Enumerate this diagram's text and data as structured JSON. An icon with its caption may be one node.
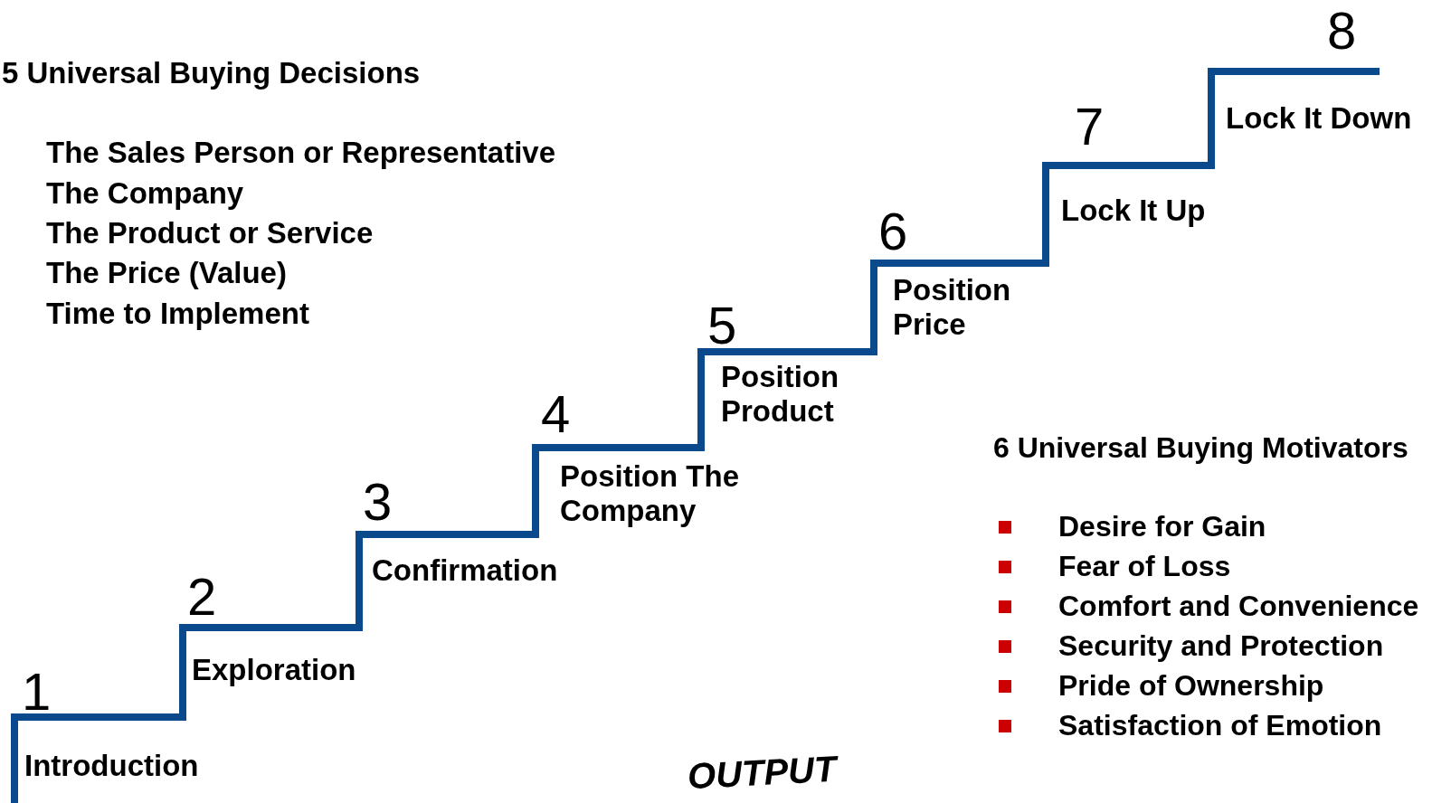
{
  "diagram": {
    "nodes": [
      {
        "text": [
          "Introduction"
        ],
        "beside": [
          "1"
        ]
      },
      {
        "text": [
          "Exploration"
        ],
        "beside": [
          "2"
        ]
      },
      {
        "text": [
          "Confirmation"
        ],
        "beside": [
          "3"
        ]
      },
      {
        "text": [
          "Position The Company"
        ],
        "beside": [
          "4"
        ]
      },
      {
        "text": [
          "Position Product"
        ],
        "beside": [
          "5"
        ]
      },
      {
        "text": [
          "Position Price"
        ],
        "beside": [
          "6"
        ]
      },
      {
        "text": [
          "Lock It Up"
        ],
        "beside": [
          "7"
        ]
      },
      {
        "text": [
          "Lock It Down"
        ],
        "beside": [
          "8"
        ]
      }
    ],
    "labels": [
      "5 Universal Buying Decisions",
      "The Sales Person or Representative",
      "The Company",
      "The Product or Service",
      "The Price (Value)",
      "Time to Implement",
      "6 Universal Buying Motivators",
      "Desire for Gain",
      "Fear of Loss",
      "Comfort and Convenience",
      "Security and Protection",
      "Pride of Ownership",
      "Satisfaction of Emotion",
      "OUTPUT"
    ]
  }
}
